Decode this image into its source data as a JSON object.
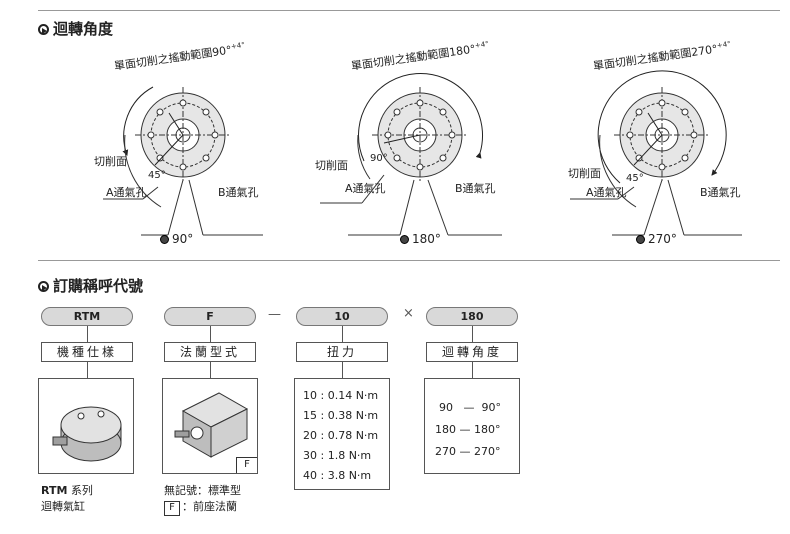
{
  "section1": {
    "title": "迴轉角度"
  },
  "diagrams": [
    {
      "range_label": "單面切削之搖動範圍90°",
      "tol": "+4°",
      "tol0": "0",
      "cut_label": "切削面",
      "inner_angle": "45°",
      "port_a": "A通氣孔",
      "port_b": "B通氣孔",
      "caption": "90°"
    },
    {
      "range_label": "單面切削之搖動範圍180°",
      "tol": "+4°",
      "tol0": "0",
      "cut_label": "切削面",
      "inner_angle": "90°",
      "port_a": "A通氣孔",
      "port_b": "B通氣孔",
      "caption": "180°"
    },
    {
      "range_label": "單面切削之搖動範圍270°",
      "tol": "+4°",
      "tol0": "0",
      "cut_label": "切削面",
      "inner_angle": "45°",
      "port_a": "A通氣孔",
      "port_b": "B通氣孔",
      "caption": "270°"
    }
  ],
  "section2": {
    "title": "訂購稱呼代號"
  },
  "order": {
    "codes": [
      "RTM",
      "F",
      "10",
      "180"
    ],
    "sep_dash": "—",
    "sep_times": "×",
    "headers": [
      "機種仕樣",
      "法蘭型式",
      "扭力",
      "迴轉角度"
    ],
    "torque": [
      {
        "code": "10",
        "value": "0.14 N·m"
      },
      {
        "code": "15",
        "value": "0.38 N·m"
      },
      {
        "code": "20",
        "value": "0.78 N·m"
      },
      {
        "code": "30",
        "value": "1.8  N·m"
      },
      {
        "code": "40",
        "value": "3.8  N·m"
      }
    ],
    "angles": [
      {
        "code": "90",
        "dash": "—",
        "value": "90°"
      },
      {
        "code": "180",
        "dash": "—",
        "value": "180°"
      },
      {
        "code": "270",
        "dash": "—",
        "value": "270°"
      }
    ],
    "model_name": "RTM",
    "model_series": "系列",
    "model_desc": "迴轉氣缸",
    "flange_tag": "F",
    "flange_note1": "無記號：標準型",
    "flange_note2_code": "F",
    "flange_note2": "：前座法蘭"
  }
}
